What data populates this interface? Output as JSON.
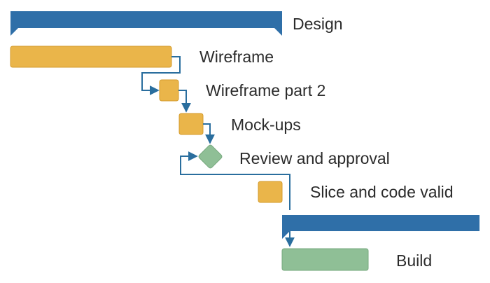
{
  "colors": {
    "summary": "#2f6fa8",
    "task": "#eab54a",
    "task_stroke": "#d49b2c",
    "milestone": "#8fbf96",
    "green_task": "#8fbf96",
    "connector": "#2a6e9e",
    "text": "#2b2b2b"
  },
  "tasks": [
    {
      "id": "design",
      "label": "Design",
      "kind": "summary"
    },
    {
      "id": "wireframe",
      "label": "Wireframe",
      "kind": "task"
    },
    {
      "id": "wireframe2",
      "label": "Wireframe part 2",
      "kind": "task"
    },
    {
      "id": "mockups",
      "label": "Mock-ups",
      "kind": "task"
    },
    {
      "id": "review",
      "label": "Review and approval",
      "kind": "milestone"
    },
    {
      "id": "slice",
      "label": "Slice and code valid",
      "kind": "task"
    },
    {
      "id": "build-summary",
      "label": "",
      "kind": "summary"
    },
    {
      "id": "build",
      "label": "Build",
      "kind": "green-task"
    }
  ]
}
